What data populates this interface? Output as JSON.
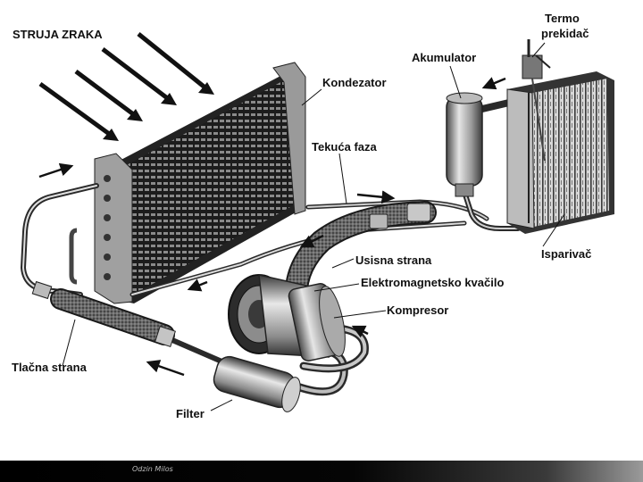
{
  "diagram": {
    "labels": {
      "air_flow": "STRUJA ZRAKA",
      "thermo_switch_line1": "Termo",
      "thermo_switch_line2": "prekidač",
      "accumulator": "Akumulator",
      "condenser": "Kondezator",
      "liquid_phase": "Tekuća faza",
      "suction_side": "Usisna strana",
      "evaporator": "Isparivač",
      "magnetic_clutch": "Elektromagnetsko kvačilo",
      "compressor": "Kompresor",
      "pressure_side": "Tlačna strana",
      "filter": "Filter"
    }
  },
  "footer": {
    "credit": "Odzin Milos"
  }
}
